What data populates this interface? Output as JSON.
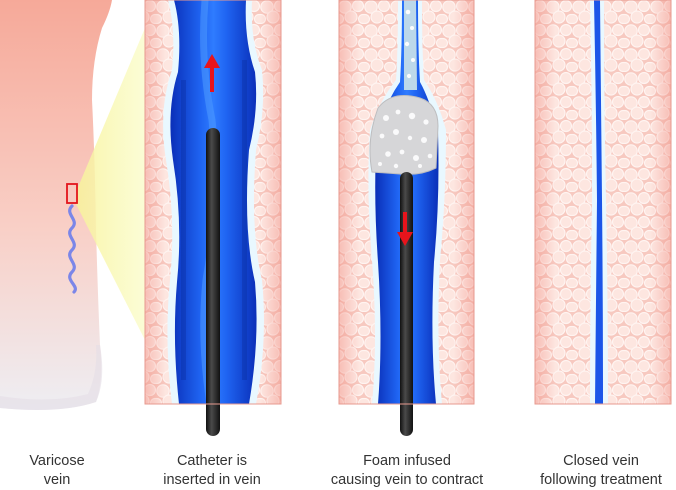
{
  "steps": [
    {
      "id": "varicose",
      "line1": "Varicose",
      "line2": "vein"
    },
    {
      "id": "catheter",
      "line1": "Catheter is",
      "line2": "inserted in vein"
    },
    {
      "id": "foam",
      "line1": "Foam infused",
      "line2": "causing vein to contract"
    },
    {
      "id": "closed",
      "line1": "Closed vein",
      "line2": "following treatment"
    }
  ],
  "colors": {
    "tissue": "#f7c6bd",
    "tissue_cells": "#fde3dd",
    "vein_dark": "#0a2fb8",
    "vein_mid": "#1b5ef0",
    "vein_light": "#3b8cff",
    "vein_wall": "#e6f7ff",
    "catheter": "#2a2a2a",
    "arrow": "#e8141c",
    "foam": "#d9d9d9",
    "leg": "#f6b7a8",
    "zoom_highlight": "#f7fbb4"
  },
  "icons": [
    "arrow-up-icon",
    "arrow-down-icon"
  ]
}
